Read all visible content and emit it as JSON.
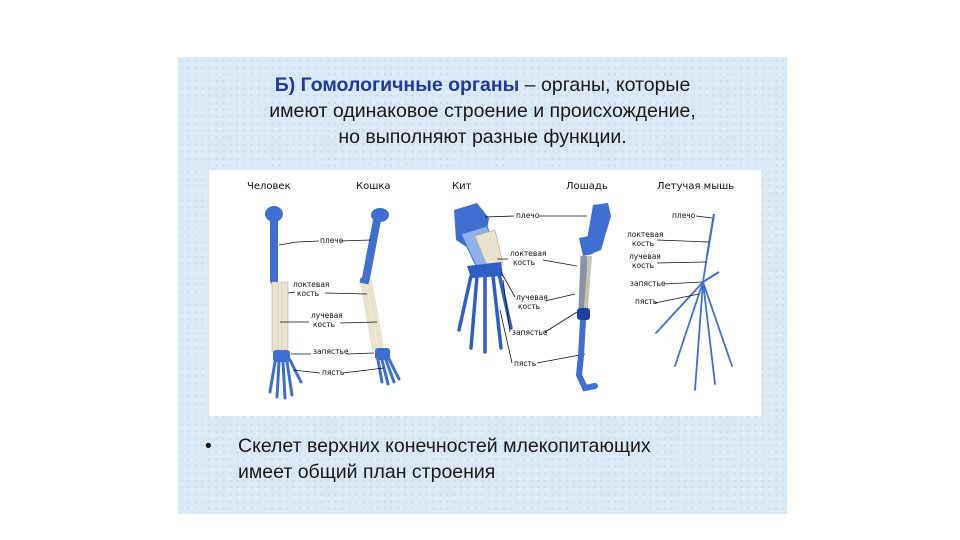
{
  "title": {
    "highlight": "Б) Гомологичные органы",
    "line1_rest": " – органы, которые",
    "line2": "имеют одинаковое строение и происхождение,",
    "line3": "но выполняют разные функции."
  },
  "figure": {
    "species": [
      "Человек",
      "Кошка",
      "Кит",
      "Лошадь",
      "Летучая мышь"
    ],
    "labels": {
      "humerus": "плечо",
      "ulna_1": "локтевая",
      "ulna_2": "кость",
      "radius_1": "лучевая",
      "radius_2": "кость",
      "carpus": "запястье",
      "metacarpus": "пясть"
    }
  },
  "bullet": {
    "symbol": "•",
    "text_line1": "Скелет верхних конечностей млекопитающих",
    "text_line2": "имеет общий план строения"
  },
  "colors": {
    "bone_blue": "#3f6fd0",
    "bone_beige": "#e8e2cf",
    "title_highlight": "#1f3b9b",
    "slide_bg": "#dbe8f5"
  }
}
